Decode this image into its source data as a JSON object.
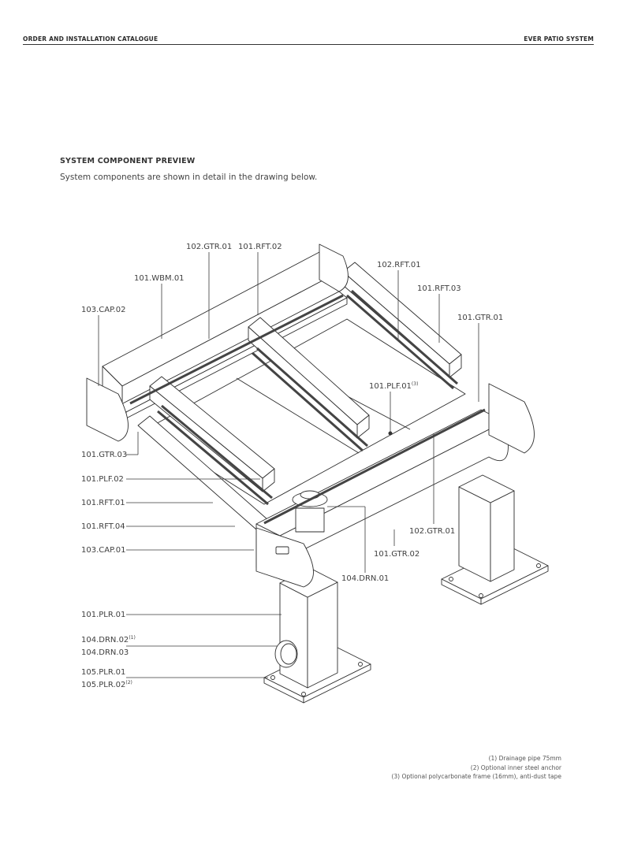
{
  "header": {
    "left": "ORDER AND INSTALLATION CATALOGUE",
    "right": "EVER PATIO SYSTEM"
  },
  "section": {
    "title": "SYSTEM COMPONENT PREVIEW",
    "description": "System components are shown in detail in the drawing below."
  },
  "labels": {
    "gtr_102_01_top": "102.GTR.01",
    "rft_101_02": "101.RFT.02",
    "wbm_101_01": "101.WBM.01",
    "rft_102_01": "102.RFT.01",
    "cap_103_02": "103.CAP.02",
    "rft_101_03": "101.RFT.03",
    "gtr_101_01": "101.GTR.01",
    "plf_101_01": "101.PLF.01",
    "plf_101_01_sup": "(3)",
    "gtr_101_03": "101.GTR.03",
    "plf_101_02": "101.PLF.02",
    "rft_101_01": "101.RFT.01",
    "gtr_102_01_right": "102.GTR.01",
    "rft_101_04": "101.RFT.04",
    "gtr_101_02": "101.GTR.02",
    "cap_103_01": "103.CAP.01",
    "drn_104_01": "104.DRN.01",
    "plr_101_01": "101.PLR.01",
    "drn_104_02": "104.DRN.02",
    "drn_104_02_sup": "(1)",
    "drn_104_03": "104.DRN.03",
    "plr_105_01": "105.PLR.01",
    "plr_105_02": "105.PLR.02",
    "plr_105_02_sup": "(2)"
  },
  "notes": [
    "(1) Drainage pipe 75mm",
    "(2) Optional inner steel anchor",
    "(3) Optional polycarbonate frame (16mm), anti-dust tape"
  ]
}
